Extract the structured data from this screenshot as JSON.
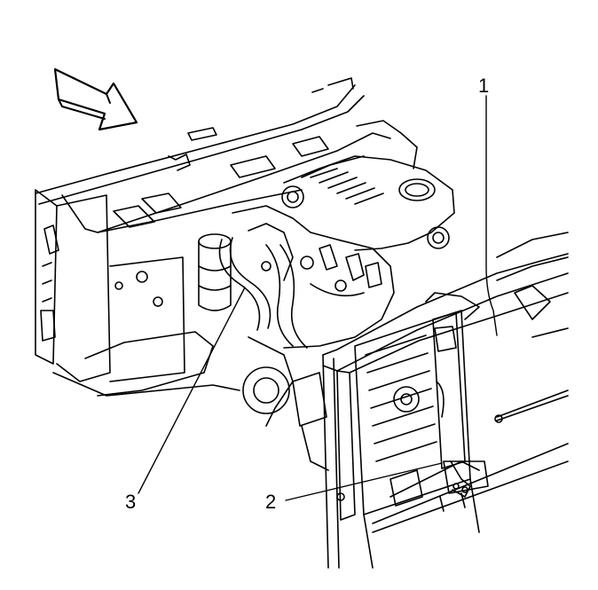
{
  "callouts": {
    "one": "1",
    "two": "2",
    "three": "3"
  },
  "colors": {
    "line": "#000000",
    "background": "#ffffff",
    "arrow_fill": "#ffffff"
  },
  "icons": {
    "direction": "front-direction-arrow-icon"
  }
}
